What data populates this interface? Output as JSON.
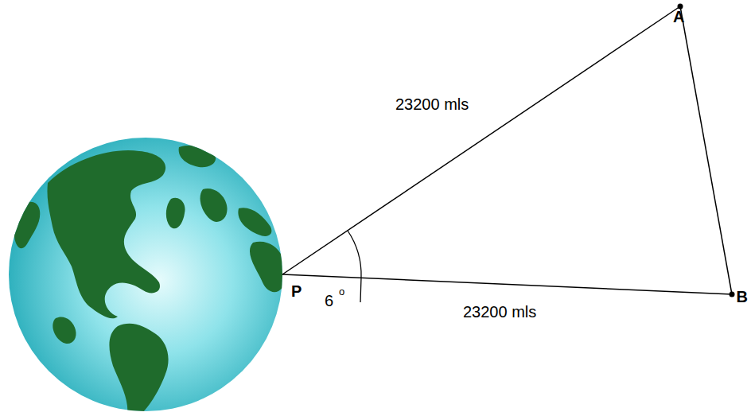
{
  "diagram": {
    "labels": [
      "A",
      "B",
      "P",
      "23200 mls",
      "23200 mls",
      "6",
      "o"
    ]
  }
}
